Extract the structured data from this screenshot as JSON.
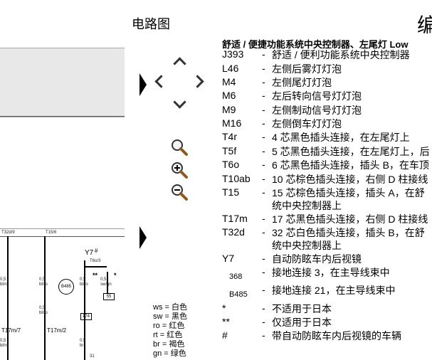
{
  "header": {
    "section_title": "电路图",
    "page_title": "编"
  },
  "legend": {
    "heading": "舒适 / 便捷功能系统中央控制器、左尾灯 Low",
    "items": [
      {
        "code": "J393",
        "desc": "舒适 / 便利功能系统中央控制器"
      },
      {
        "code": "L46",
        "desc": "左侧后雾灯灯泡"
      },
      {
        "code": "M4",
        "desc": "左侧尾灯灯泡"
      },
      {
        "code": "M6",
        "desc": "左后转向信号灯灯泡"
      },
      {
        "code": "M9",
        "desc": "左侧制动信号灯灯泡"
      },
      {
        "code": "M16",
        "desc": "左侧倒车灯灯泡"
      },
      {
        "code": "T4r",
        "desc": "4 芯黑色插头连接，在左尾灯上"
      },
      {
        "code": "T5f",
        "desc": "5 芯黑色插头连接，在左尾灯上，后"
      },
      {
        "code": "T6o",
        "desc": "6 芯黑色插头连接，插头 B，在车顶"
      },
      {
        "code": "T10ab",
        "desc": "10 芯棕色插头连接，右侧 D 柱接线"
      },
      {
        "code": "T15",
        "desc": "15 芯棕色插头连接，插头 A，在舒",
        "desc2": "统中央控制器上"
      },
      {
        "code": "T17m",
        "desc": "17 芯黑色插头连接，右侧 D 柱接线"
      },
      {
        "code": "T32d",
        "desc": "32 芯白色插头连接，插头 B，在舒",
        "desc2": "统中央控制器上"
      },
      {
        "code": "Y7",
        "desc": "自动防眩车内后视镜"
      },
      {
        "code": "368",
        "desc": "接地连接 3，在主导线束中"
      },
      {
        "code": "B485",
        "desc": "接地连接 21，在主导线束中"
      },
      {
        "code": "*",
        "desc": "不适用于日本"
      },
      {
        "code": "**",
        "desc": "仅适用于日本"
      },
      {
        "code": "#",
        "desc": "带自动防眩车内后视镜的车辆"
      }
    ]
  },
  "color_key": [
    "ws = 白色",
    "sw = 黑色",
    "ro = 红色",
    "rt = 红色",
    "br = 褐色",
    "gn = 绿色"
  ],
  "diagram": {
    "pins_top": [
      "T32d/9",
      "T15/6"
    ],
    "component": "Y7",
    "component_mark": "#",
    "connector": "T6o/3",
    "marks": [
      "**",
      "*"
    ],
    "values": [
      "0,5",
      "0,5",
      "0,5",
      "0,5"
    ],
    "wire_colors": [
      "bl/ro",
      "bl/ro",
      "bl/ro",
      "sw/gn"
    ],
    "ground": "B485",
    "box_labels": [
      "55",
      "174",
      "31"
    ],
    "connectors_bottom": [
      "T17m/7",
      "T17m/2"
    ],
    "values_bottom": [
      "0,5",
      "0,5",
      "0,5"
    ],
    "wire_colors_bottom": [
      "bl/ro",
      "bl/ro",
      "br"
    ]
  }
}
